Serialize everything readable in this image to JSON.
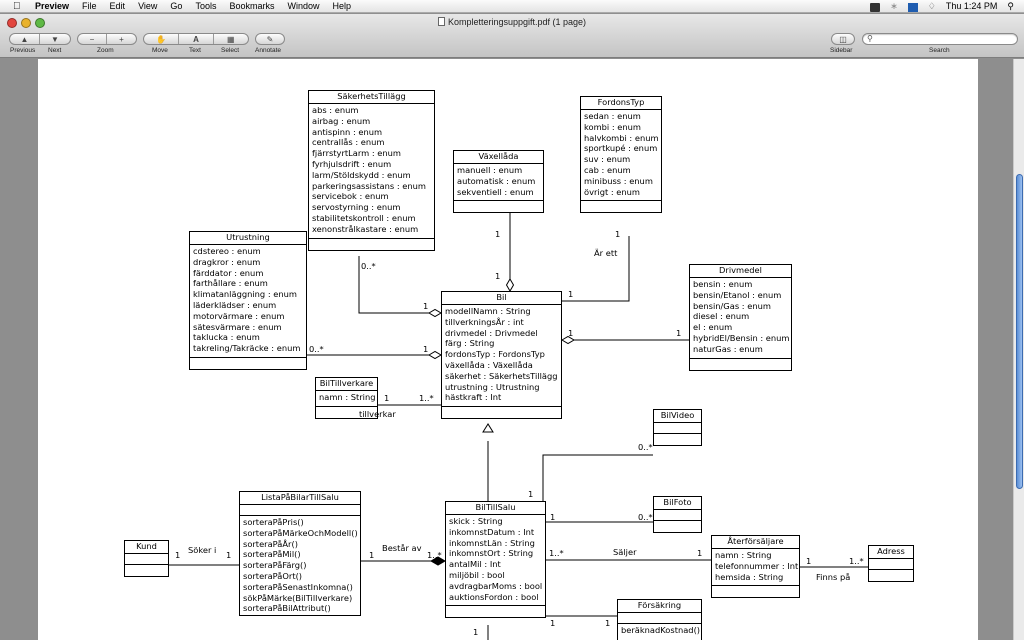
{
  "menubar": {
    "app": "Preview",
    "items": [
      "File",
      "Edit",
      "View",
      "Go",
      "Tools",
      "Bookmarks",
      "Window",
      "Help"
    ],
    "clock": "Thu 1:24 PM"
  },
  "window": {
    "title": "Kompletteringsuppgift.pdf (1 page)",
    "toolbar": {
      "previous": "Previous",
      "next": "Next",
      "zoom": "Zoom",
      "move": "Move",
      "text": "Text",
      "select": "Select",
      "annotate": "Annotate",
      "sidebar": "Sidebar",
      "search": "Search"
    }
  },
  "diagram": {
    "classes": {
      "sakerhet": {
        "name": "SäkerhetsTillägg",
        "attrs": [
          "abs : enum",
          "airbag : enum",
          "antispinn : enum",
          "centrallås : enum",
          "fjärrstyrtLarm : enum",
          "fyrhjulsdrift : enum",
          "larm/Stöldskydd : enum",
          "parkeringsassistans : enum",
          "servicebok : enum",
          "servostyrning : enum",
          "stabilitetskontroll : enum",
          "xenonstrålkastare : enum"
        ]
      },
      "fordonstyp": {
        "name": "FordonsTyp",
        "attrs": [
          "sedan : enum",
          "kombi : enum",
          "halvkombi : enum",
          "sportkupé : enum",
          "suv : enum",
          "cab : enum",
          "minibuss : enum",
          "övrigt : enum"
        ]
      },
      "vaxellada": {
        "name": "Växellåda",
        "attrs": [
          "manuell : enum",
          "automatisk : enum",
          "sekventiell : enum"
        ]
      },
      "utrustning": {
        "name": "Utrustning",
        "attrs": [
          "cdstereo : enum",
          "dragkror : enum",
          "färddator : enum",
          "farthållare : enum",
          "klimatanläggning : enum",
          "läderklädser : enum",
          "motorvärmare : enum",
          "sätesvärmare : enum",
          "taklucka : enum",
          "takreling/Takräcke : enum"
        ]
      },
      "drivmedel": {
        "name": "Drivmedel",
        "attrs": [
          "bensin : enum",
          "bensin/Etanol : enum",
          "bensin/Gas : enum",
          "diesel : enum",
          "el : enum",
          "hybridEl/Bensin : enum",
          "naturGas : enum"
        ]
      },
      "bil": {
        "name": "Bil",
        "attrs": [
          "modellNamn : String",
          "tillverkningsÅr : int",
          "drivmedel : Drivmedel",
          "färg : String",
          "fordonsTyp : FordonsTyp",
          "växellåda : Växellåda",
          "säkerhet : SäkerhetsTillägg",
          "utrustning : Utrustning",
          "hästkraft : Int"
        ]
      },
      "biltillverkare": {
        "name": "BilTillverkare",
        "attrs": [
          "namn : String"
        ]
      },
      "bilvideo": {
        "name": "BilVideo",
        "attrs": []
      },
      "bilfoto": {
        "name": "BilFoto",
        "attrs": []
      },
      "lista": {
        "name": "ListaPåBilarTillSalu",
        "attrs": [],
        "ops": [
          "sorteraPåPris()",
          "sorteraPåMärkeOchModell()",
          "sorteraPåÅr()",
          "sorteraPåMil()",
          "sorteraPåFärg()",
          "sorteraPåOrt()",
          "sorteraPåSenastInkomna()",
          "sökPåMärke(BilTillverkare)",
          "sorteraPåBilAttribut()"
        ]
      },
      "kund": {
        "name": "Kund",
        "attrs": []
      },
      "biltillsalu": {
        "name": "BilTillSalu",
        "attrs": [
          "skick : String",
          "inkomnstDatum : Int",
          "inkomnstLän : String",
          "inkomnstOrt : String",
          "antalMil : Int",
          "miljöbil : bool",
          "avdragbarMoms : bool",
          "auktionsFordon : bool"
        ]
      },
      "aterforsaljare": {
        "name": "Återförsäljare",
        "attrs": [
          "namn : String",
          "telefonnummer : Int",
          "hemsida : String"
        ]
      },
      "adress": {
        "name": "Adress",
        "attrs": []
      },
      "forsakring": {
        "name": "Försäkring",
        "attrs": [
          "beräknadKostnad()"
        ]
      }
    },
    "labels": {
      "m_sak_top": "0..*",
      "m_sak_bil": "1",
      "m_vax_top": "1",
      "m_vax_bil": "1",
      "m_ford_top": "1",
      "ar_ett": "Är ett",
      "m_ford_bil": "1",
      "m_driv_bil": "1",
      "m_driv": "1",
      "m_utr": "0..*",
      "m_utr_bil": "1",
      "m_tillv_left": "1",
      "m_tillv_right": "1..*",
      "tillverkar": "tillverkar",
      "m_video": "0..*",
      "m_video_bts": "1",
      "m_foto_bts": "1",
      "m_foto": "0..*",
      "m_kund": "1",
      "soker_i": "Söker i",
      "m_lista_kund": "1",
      "m_lista_bts": "1",
      "bestar_av": "Består av",
      "m_bts_lista": "1..*",
      "m_bts_ater": "1..*",
      "saljer": "Säljer",
      "m_ater_bts": "1",
      "m_ater_adr": "1",
      "m_adr": "1..*",
      "finns_pa": "Finns på",
      "m_bts_fors": "1",
      "m_fors": "1",
      "m_bts_bottom": "1"
    }
  }
}
